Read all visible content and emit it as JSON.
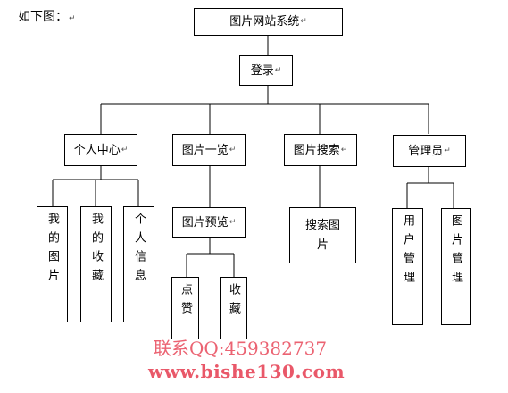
{
  "caption": "如下图：",
  "paragraph_mark": "↵",
  "nodes": {
    "root": "图片网站系统",
    "login": "登录",
    "personal_center": "个人中心",
    "picture_list": "图片一览",
    "picture_search": "图片搜索",
    "admin": "管理员",
    "my_pictures": "我的图片",
    "my_favorites": "我的收藏",
    "personal_info": "个人信息",
    "picture_preview": "图片预览",
    "search_picture": "搜索图片",
    "user_management": "用户管理",
    "picture_management": "图片管理",
    "like": "点赞",
    "favorite": "收藏"
  },
  "watermark": {
    "contact": "联系QQ:459382737",
    "site": "www.bishe130.com"
  }
}
